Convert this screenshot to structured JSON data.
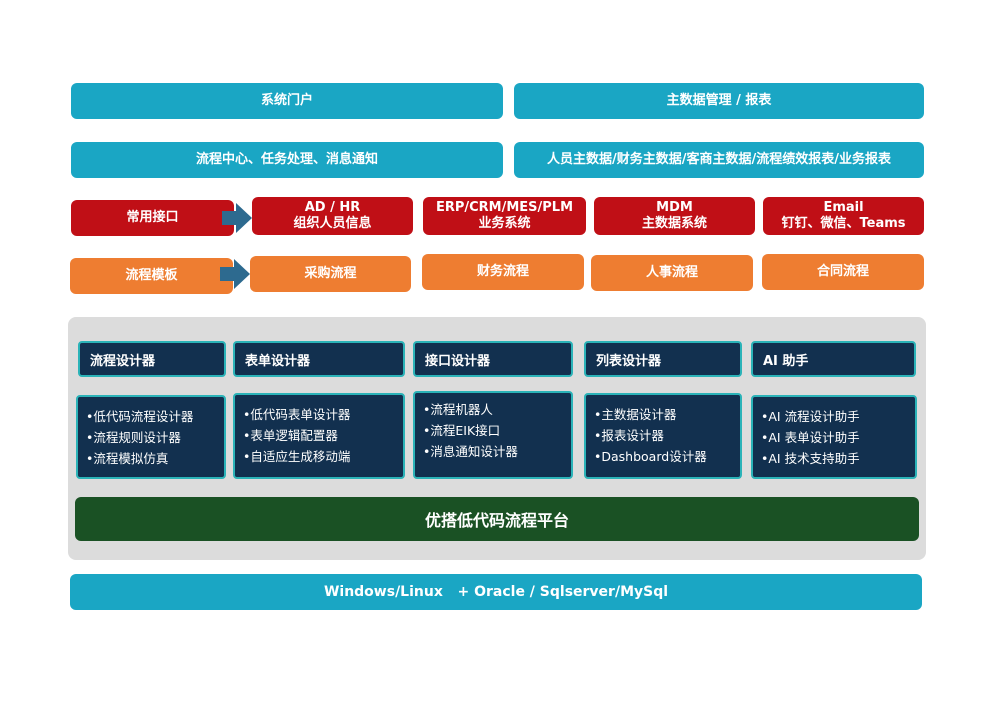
{
  "rows": {
    "top": {
      "left": "系统门户",
      "right": "主数据管理 / 报表"
    },
    "second": {
      "left": "流程中心、任务处理、消息通知",
      "right": "人员主数据/财务主数据/客商主数据/流程绩效报表/业务报表"
    }
  },
  "interfaces": {
    "label": "常用接口",
    "items": [
      {
        "line1": "AD / HR",
        "line2": "组织人员信息"
      },
      {
        "line1": "ERP/CRM/MES/PLM",
        "line2": "业务系统"
      },
      {
        "line1": "MDM",
        "line2": "主数据系统"
      },
      {
        "line1": "Email",
        "line2": "钉钉、微信、Teams"
      }
    ]
  },
  "templates": {
    "label": "流程模板",
    "items": [
      "采购流程",
      "财务流程",
      "人事流程",
      "合同流程"
    ]
  },
  "modules": [
    {
      "title": "流程设计器",
      "items": [
        "•低代码流程设计器",
        "•流程规则设计器",
        "•流程模拟仿真"
      ]
    },
    {
      "title": "表单设计器",
      "items": [
        "•低代码表单设计器",
        "•表单逻辑配置器",
        "•自适应生成移动端"
      ]
    },
    {
      "title": "接口设计器",
      "items": [
        "•流程机器人",
        "•流程EIK接口",
        "•消息通知设计器"
      ]
    },
    {
      "title": "列表设计器",
      "items": [
        "•主数据设计器",
        "•报表设计器",
        "•Dashboard设计器"
      ]
    },
    {
      "title": "AI 助手",
      "items": [
        "•AI 流程设计助手",
        "•AI 表单设计助手",
        "•AI 技术支持助手"
      ]
    }
  ],
  "platform": "优搭低代码流程平台",
  "base": "Windows/Linux   + Oracle / Sqlserver/MySql",
  "colors": {
    "teal": "#1aa6c4",
    "red": "#c00f16",
    "orange": "#ee7d31",
    "navy": "#12304f",
    "green": "#1a5124",
    "panel": "#dcdcdc",
    "arrow": "#2d6a8f"
  }
}
